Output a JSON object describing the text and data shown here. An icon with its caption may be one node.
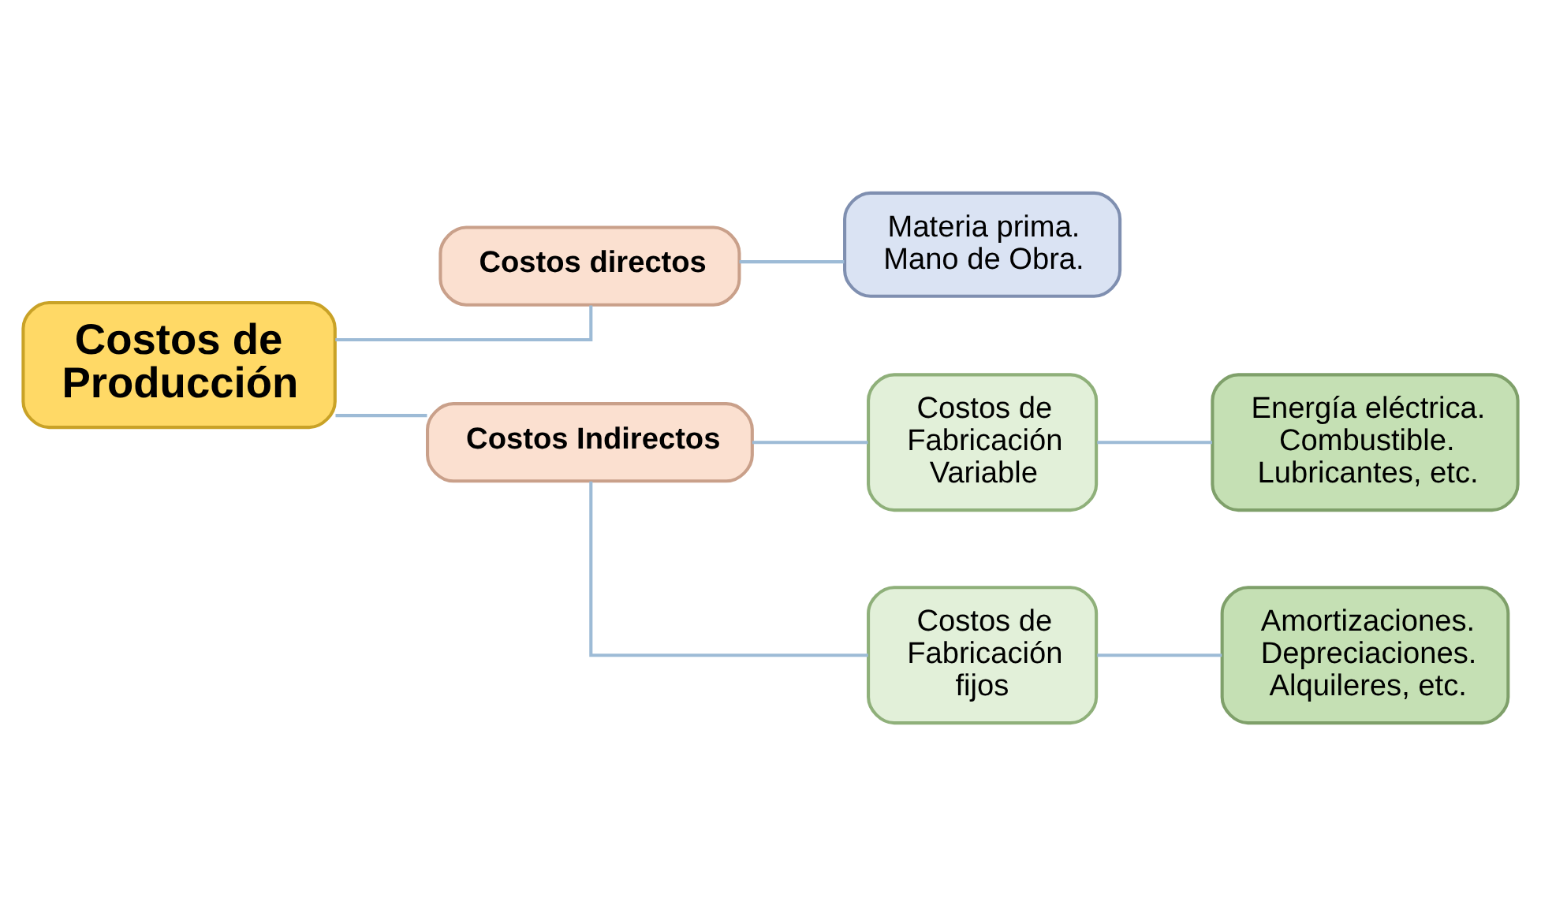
{
  "diagram": {
    "nodes": [
      {
        "text": [
          "Costos de Producción"
        ]
      },
      {
        "text": [
          "Costos directos"
        ]
      },
      {
        "text": [
          "Materia prima.",
          "Mano de Obra."
        ]
      },
      {
        "text": [
          "Costos Indirectos"
        ]
      },
      {
        "text": [
          "Costos de Fabricación Variable"
        ]
      },
      {
        "text": [
          "Energía eléctrica.",
          "Combustible.",
          "Lubricantes, etc."
        ]
      },
      {
        "text": [
          "Costos de Fabricación fijos"
        ]
      },
      {
        "text": [
          "Amortizaciones.",
          "Depreciaciones.",
          "Alquileres, etc."
        ]
      }
    ],
    "edges": [
      {
        "from": 0,
        "to": 1,
        "arrow": "none"
      },
      {
        "from": 0,
        "to": 3,
        "arrow": "none"
      },
      {
        "from": 1,
        "to": 2,
        "arrow": "none"
      },
      {
        "from": 3,
        "to": 4,
        "arrow": "none"
      },
      {
        "from": 3,
        "to": 6,
        "arrow": "none"
      },
      {
        "from": 4,
        "to": 5,
        "arrow": "none"
      },
      {
        "from": 6,
        "to": 7,
        "arrow": "none"
      }
    ]
  }
}
